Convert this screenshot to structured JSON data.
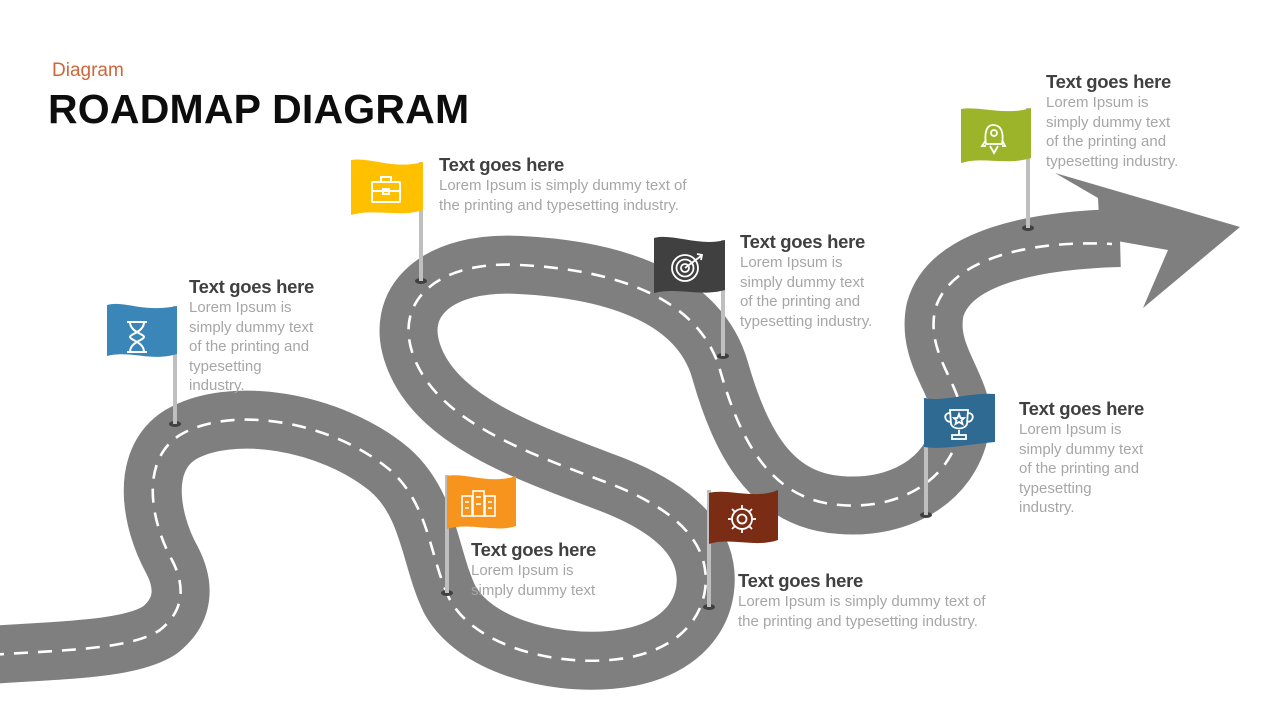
{
  "header": {
    "subtitle": "Diagram",
    "title": "ROADMAP DIAGRAM"
  },
  "colors": {
    "road": "#7f7f7f",
    "lane_marking": "#ffffff",
    "pole": "#bfbfbf",
    "subtitle": "#d0653a"
  },
  "milestones": [
    {
      "id": 1,
      "icon": "hourglass-icon",
      "flag_color": "#3b86b8",
      "heading": "Text goes here",
      "body_lines": [
        "Lorem Ipsum is",
        "simply dummy text",
        "of the printing and",
        "typesetting",
        "industry."
      ]
    },
    {
      "id": 2,
      "icon": "briefcase-icon",
      "flag_color": "#ffc000",
      "heading": "Text goes here",
      "body_lines": [
        "Lorem Ipsum is simply dummy text of",
        "the printing and typesetting industry."
      ]
    },
    {
      "id": 3,
      "icon": "buildings-icon",
      "flag_color": "#f7941d",
      "heading": "Text goes here",
      "body_lines": [
        "Lorem Ipsum is",
        "simply dummy text"
      ]
    },
    {
      "id": 4,
      "icon": "target-icon",
      "flag_color": "#404040",
      "heading": "Text goes here",
      "body_lines": [
        "Lorem Ipsum is",
        "simply dummy text",
        "of the printing and",
        "typesetting industry."
      ]
    },
    {
      "id": 5,
      "icon": "gear-icon",
      "flag_color": "#7b2c14",
      "heading": "Text goes here",
      "body_lines": [
        "Lorem Ipsum is simply dummy text of",
        "the printing and typesetting industry."
      ]
    },
    {
      "id": 6,
      "icon": "trophy-icon",
      "flag_color": "#2e6a92",
      "heading": "Text goes here",
      "body_lines": [
        "Lorem Ipsum is",
        "simply dummy text",
        "of the printing and",
        "typesetting",
        "industry."
      ]
    },
    {
      "id": 7,
      "icon": "rocket-icon",
      "flag_color": "#9cb429",
      "heading": "Text goes here",
      "body_lines": [
        "Lorem Ipsum is",
        "simply dummy text",
        "of the printing and",
        "typesetting industry."
      ]
    }
  ]
}
